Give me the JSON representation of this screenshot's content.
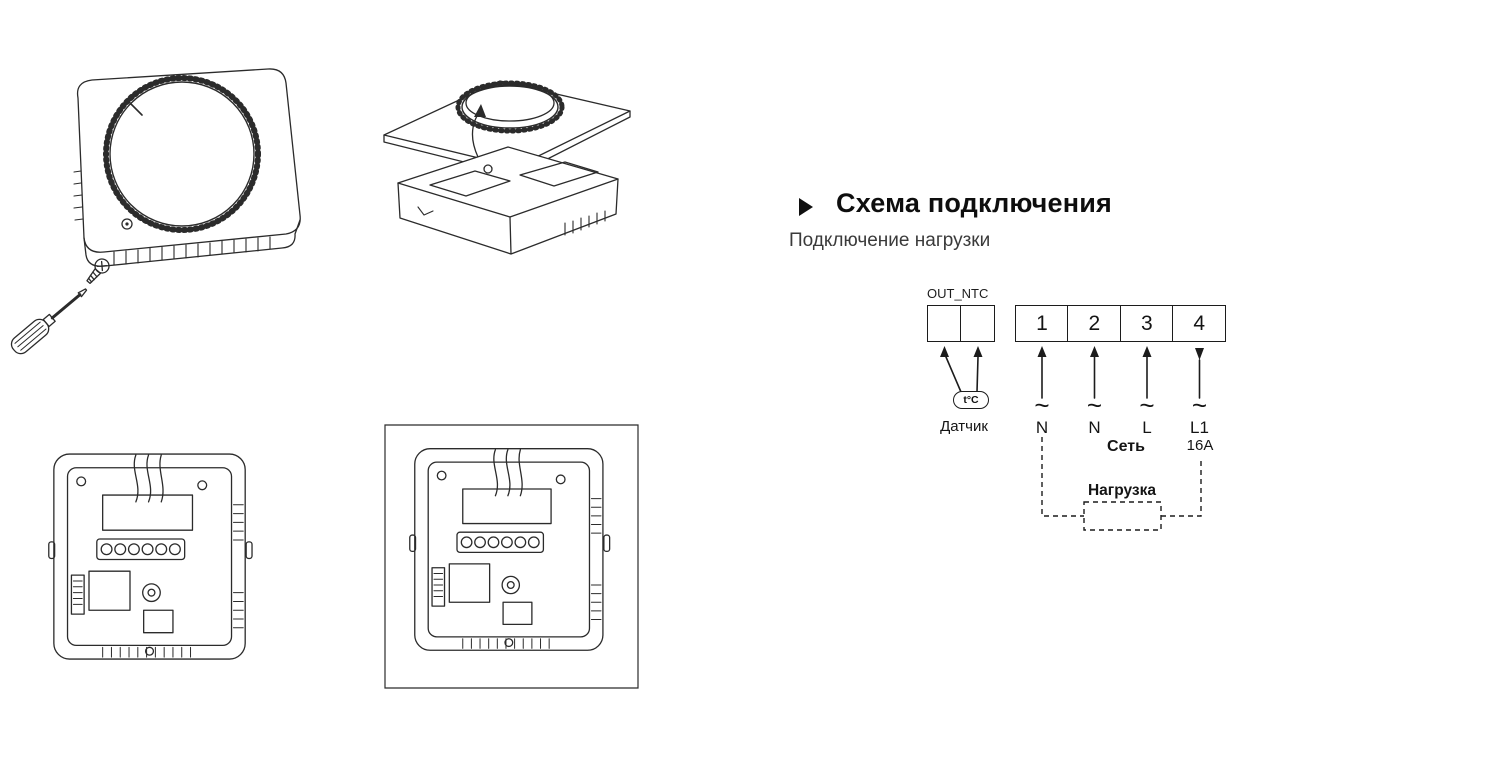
{
  "heading": {
    "title": "Схема подключения",
    "subtitle": "Подключение нагрузки"
  },
  "wiring": {
    "connector_label": "OUT_NTC",
    "terminals": [
      "1",
      "2",
      "3",
      "4"
    ],
    "ac_symbols": [
      "~",
      "~",
      "~",
      "~"
    ],
    "wire_labels": [
      "N",
      "N",
      "L",
      "L1"
    ],
    "current_rating": "16A",
    "sensor_badge": "t°C",
    "sensor_label": "Датчик",
    "mains_label": "Сеть",
    "load_label": "Нагрузка"
  },
  "illustrations": {
    "front": "thermostat-front-view-with-dial",
    "tools": "screwdriver-and-screw",
    "exploded": "thermostat-cover-removal",
    "base": "thermostat-base-internals",
    "framed_base": "thermostat-base-in-mounting-frame"
  }
}
